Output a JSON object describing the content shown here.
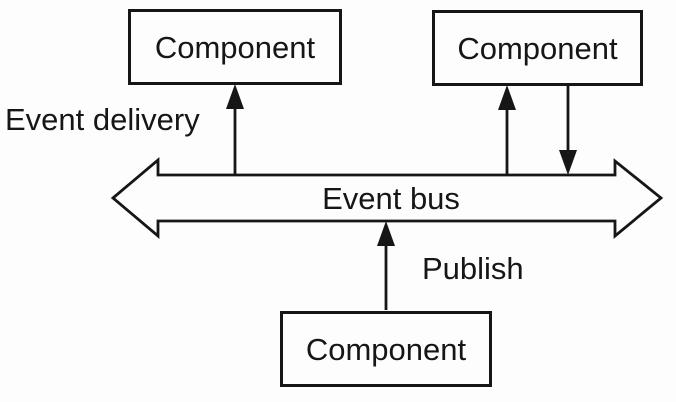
{
  "diagram": {
    "boxes": [
      {
        "label": "Component"
      },
      {
        "label": "Component"
      },
      {
        "label": "Component"
      }
    ],
    "bus": {
      "label": "Event bus"
    },
    "annotations": {
      "event_delivery": "Event delivery",
      "publish": "Publish"
    },
    "colors": {
      "line": "#161616",
      "background": "#fdfdfd"
    }
  }
}
